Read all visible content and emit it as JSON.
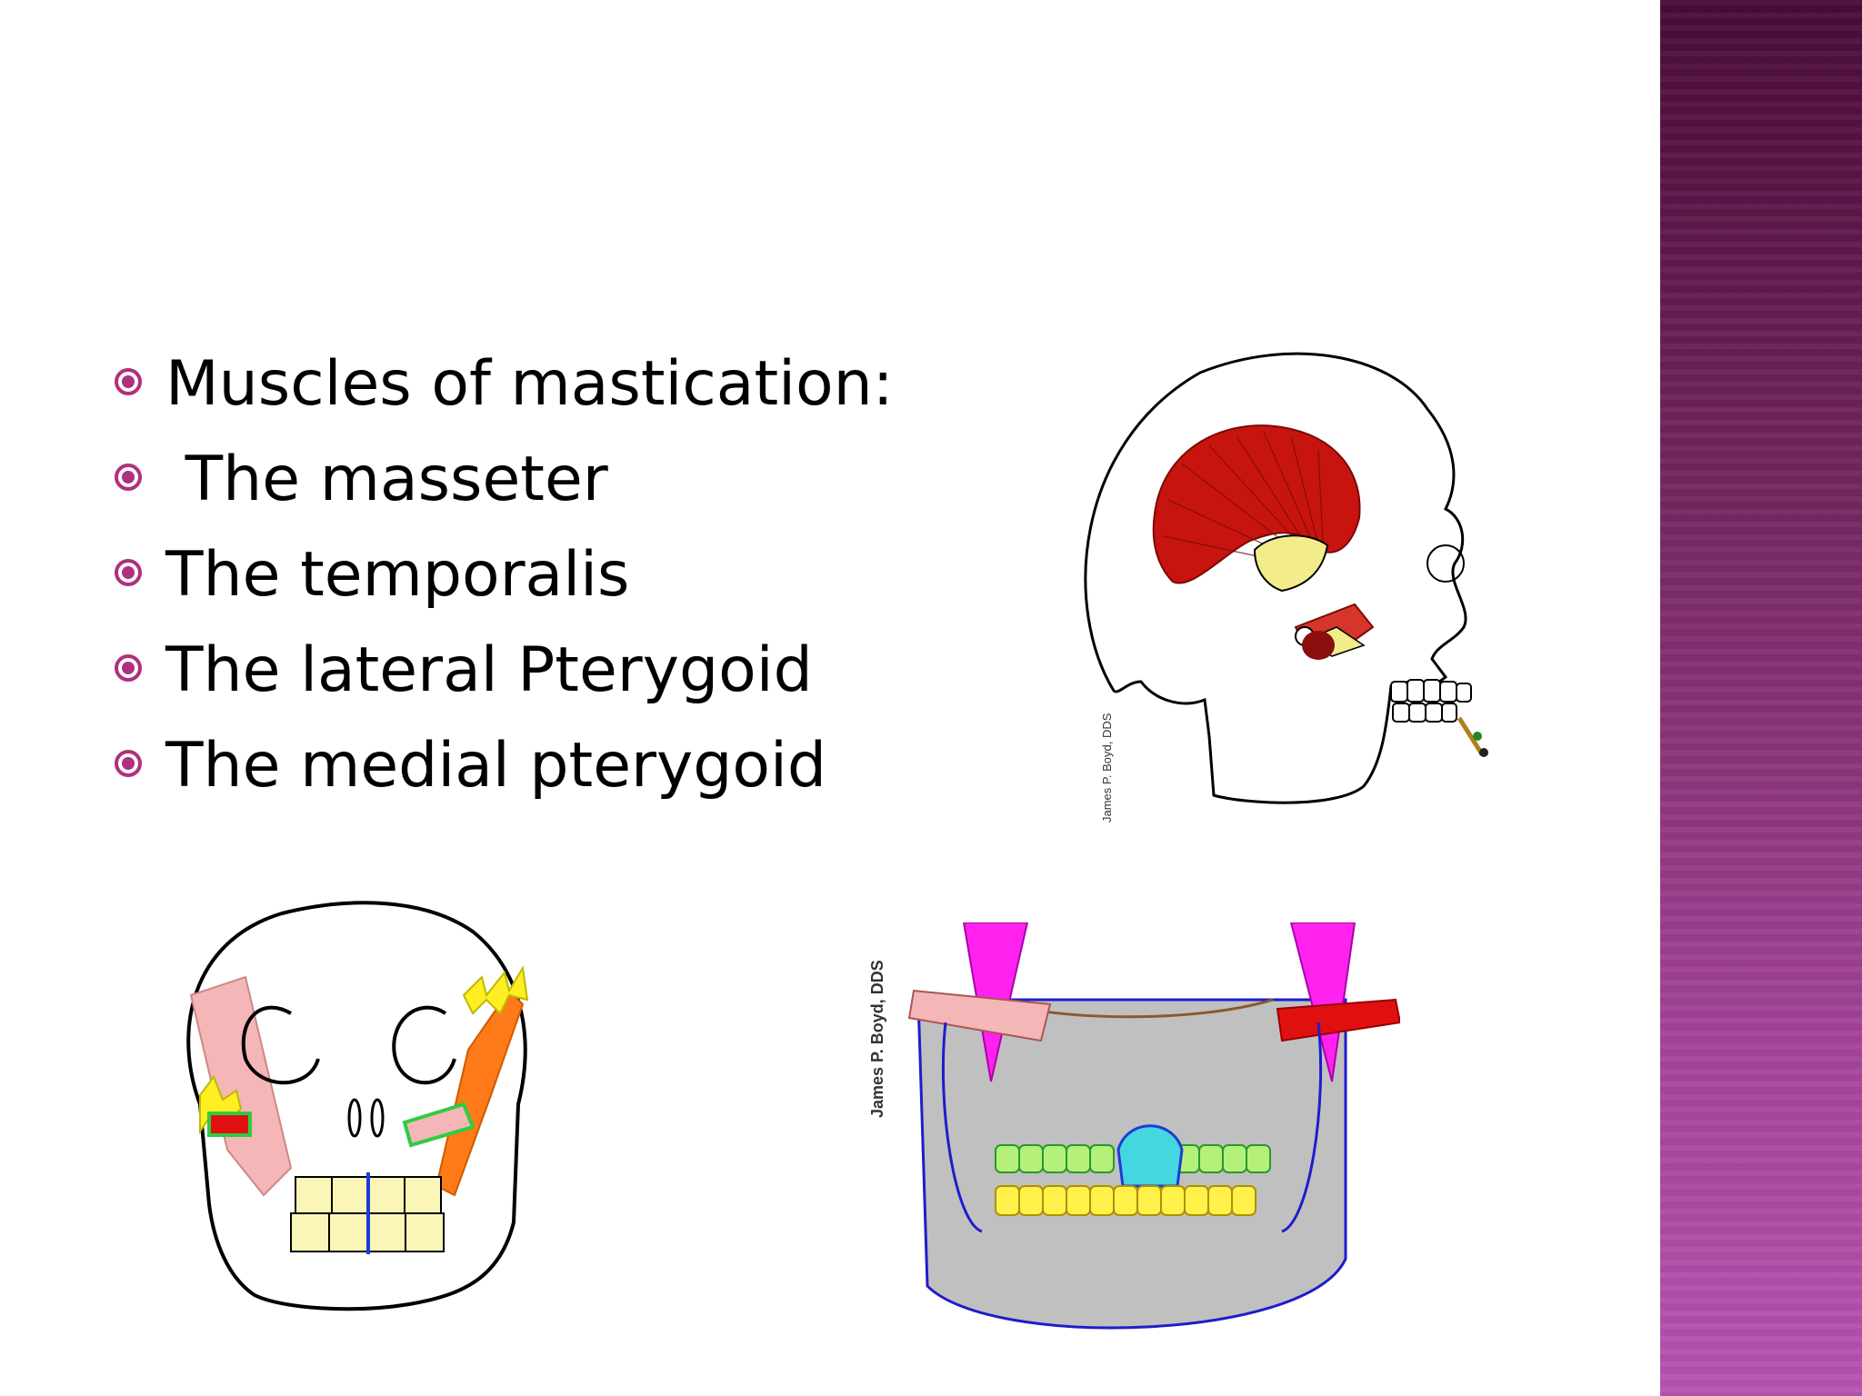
{
  "bullets": [
    {
      "text": "Muscles of mastication:",
      "icon": "circle-dot-bullet"
    },
    {
      "text": " The masseter",
      "icon": "circle-dot-bullet"
    },
    {
      "text": "The temporalis",
      "icon": "circle-dot-bullet"
    },
    {
      "text": "The lateral Pterygoid",
      "icon": "circle-dot-bullet"
    },
    {
      "text": "The medial pterygoid",
      "icon": "circle-dot-bullet"
    }
  ],
  "images": {
    "side_view_credit": "James P. Boyd, DDS",
    "jaw_view_credit": "James P. Boyd, DDS"
  },
  "colors": {
    "bullet_accent": "#b0307e",
    "sidebar_top": "#4a0c38",
    "sidebar_bottom": "#b654b0"
  }
}
